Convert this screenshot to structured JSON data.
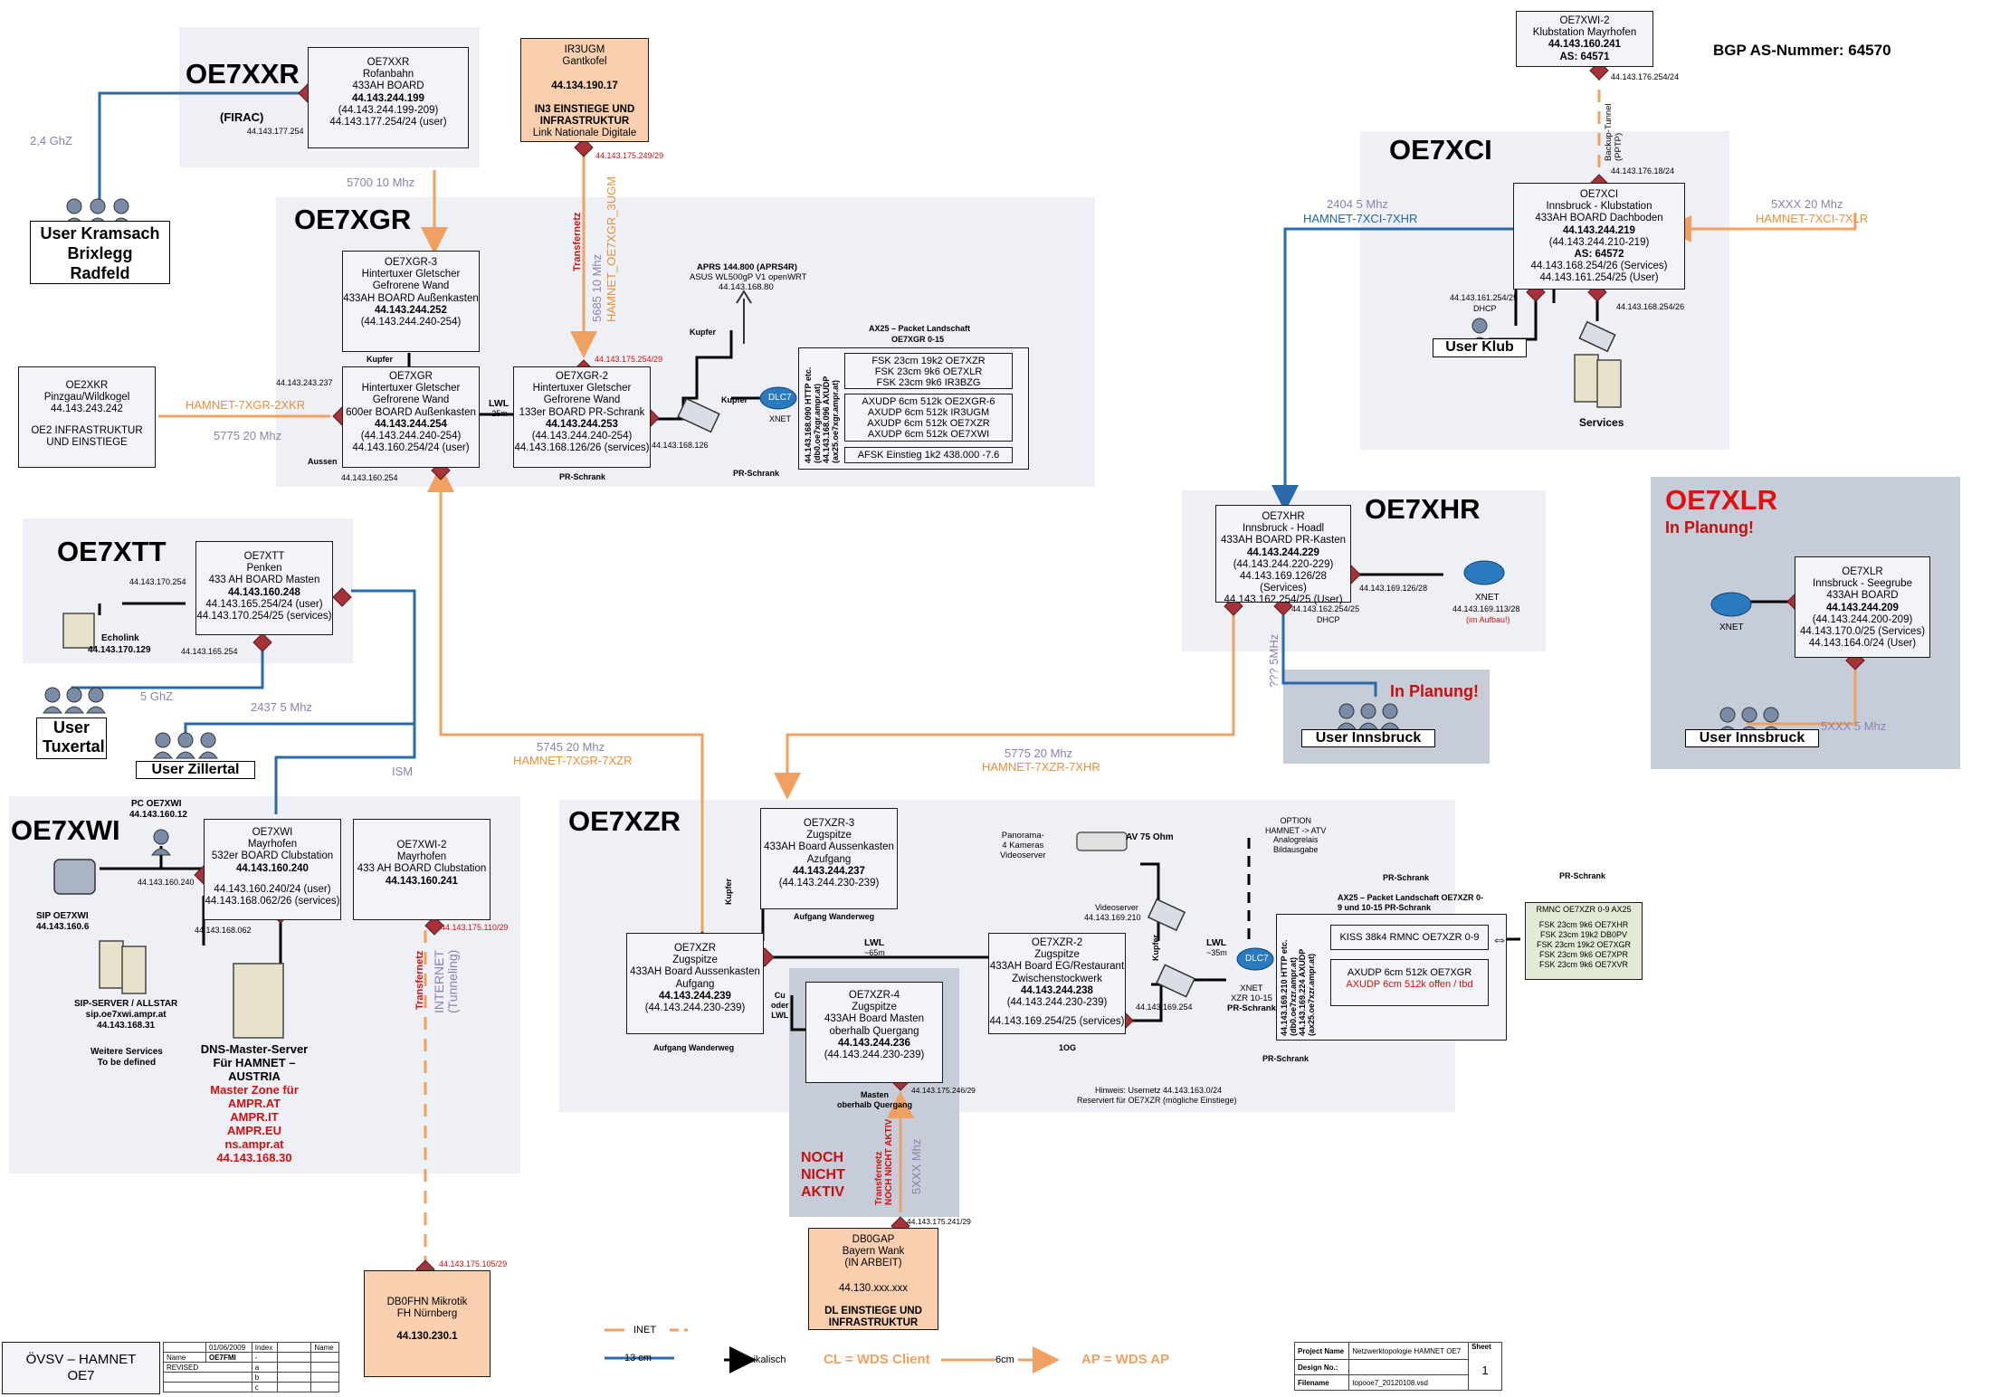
{
  "header": {
    "bgp": "BGP AS-Nummer: 64570"
  },
  "regions": {
    "oe7xxr": {
      "title": "OE7XXR",
      "firac": "(FIRAC)"
    },
    "oe7xgr": {
      "title": "OE7XGR"
    },
    "oe7xtt": {
      "title": "OE7XTT"
    },
    "oe7xwi": {
      "title": "OE7XWI"
    },
    "oe7xzr": {
      "title": "OE7XZR"
    },
    "oe7xci": {
      "title": "OE7XCI"
    },
    "oe7xhr": {
      "title": "OE7XHR"
    },
    "oe7xlr": {
      "title": "OE7XLR",
      "status": "In Planung!"
    }
  },
  "nodes": {
    "oe7xxr": {
      "l1": "OE7XXR",
      "l2": "Rofanbahn",
      "l3": "433AH BOARD",
      "ip": "44.143.244.199",
      "l5": "(44.143.244.199-209)",
      "l6": "44.143.177.254/24 (user)"
    },
    "ir3ugm": {
      "l1": "IR3UGM",
      "l2": "Gantkofel",
      "ip": "44.134.190.17",
      "l4": "IN3 EINSTIEGE UND",
      "l5": "INFRASTRUKTUR",
      "l6": "Link Nationale Digitale"
    },
    "oe7xgr3": {
      "l1": "OE7XGR-3",
      "l2": "Hintertuxer Gletscher",
      "l3": "Gefrorene Wand",
      "l4": "433AH BOARD Außenkasten",
      "ip": "44.143.244.252",
      "l6": "(44.143.244.240-254)"
    },
    "oe7xgr": {
      "l1": "OE7XGR",
      "l2": "Hintertuxer Gletscher",
      "l3": "Gefrorene Wand",
      "l4": "600er BOARD Außenkasten",
      "ip": "44.143.244.254",
      "l6": "(44.143.244.240-254)",
      "l7": "44.143.160.254/24 (user)"
    },
    "oe7xgr2": {
      "l1": "OE7XGR-2",
      "l2": "Hintertuxer Gletscher",
      "l3": "Gefrorene Wand",
      "l4": "133er BOARD PR-Schrank",
      "ip": "44.143.244.253",
      "l6": "(44.143.244.240-254)",
      "l7": "44.143.168.126/26 (services)"
    },
    "oe2xkr": {
      "l1": "OE2XKR",
      "l2": "Pinzgau/Wildkogel",
      "l3": "44.143.243.242",
      "l4": "OE2 INFRASTRUKTUR",
      "l5": "UND EINSTIEGE"
    },
    "oe7xtt": {
      "l1": "OE7XTT",
      "l2": "Penken",
      "l3": "433 AH BOARD Masten",
      "ip": "44.143.160.248",
      "l5": "44.143.165.254/24 (user)",
      "l6": "44.143.170.254/25 (services)"
    },
    "oe7xwi": {
      "l1": "OE7XWI",
      "l2": "Mayrhofen",
      "l3": "532er BOARD Clubstation",
      "ip": "44.143.160.240",
      "l5": "44.143.160.240/24 (user)",
      "l6": "44.143.168.062/26 (services)"
    },
    "oe7xwi2": {
      "l1": "OE7XWI-2",
      "l2": "Mayrhofen",
      "l3": "433 AH BOARD Clubstation",
      "ip": "44.143.160.241"
    },
    "oe7xwi2top": {
      "l1": "OE7XWI-2",
      "l2": "Klubstation Mayrhofen",
      "ip": "44.143.160.241",
      "as": "AS: 64571"
    },
    "oe7xci": {
      "l1": "OE7XCI",
      "l2": "Innsbruck - Klubstation",
      "l3": "433AH BOARD Dachboden",
      "ip": "44.143.244.219",
      "l5": "(44.143.244.210-219)",
      "as": "AS: 64572",
      "l7": "44.143.168.254/26 (Services)",
      "l8": "44.143.161.254/25 (User)"
    },
    "oe7xhr": {
      "l1": "OE7XHR",
      "l2": "Innsbruck - Hoadl",
      "l3": "433AH BOARD PR-Kasten",
      "ip": "44.143.244.229",
      "l5": "(44.143.244.220-229)",
      "l6": "44.143.169.126/28 (Services)",
      "l7": "44.143.162.254/25 (User)"
    },
    "oe7xlr": {
      "l1": "OE7XLR",
      "l2": "Innsbruck - Seegrube",
      "l3": "433AH BOARD",
      "ip": "44.143.244.209",
      "l5": "(44.143.244.200-209)",
      "l6": "44.143.170.0/25 (Services)",
      "l7": "44.143.164.0/24 (User)"
    },
    "oe7xzr3": {
      "l1": "OE7XZR-3",
      "l2": "Zugspitze",
      "l3": "433AH Board Aussenkasten",
      "l4": "Azufgang",
      "ip": "44.143.244.237",
      "l6": "(44.143.244.230-239)"
    },
    "oe7xzr": {
      "l1": "OE7XZR",
      "l2": "Zugspitze",
      "l3": "433AH Board Aussenkasten",
      "l4": "Aufgang",
      "ip": "44.143.244.239",
      "l6": "(44.143.244.230-239)"
    },
    "oe7xzr4": {
      "l1": "OE7XZR-4",
      "l2": "Zugspitze",
      "l3": "433AH Board Masten",
      "l4": "oberhalb Quergang",
      "ip": "44.143.244.236",
      "l6": "(44.143.244.230-239)"
    },
    "oe7xzr2": {
      "l1": "OE7XZR-2",
      "l2": "Zugspitze",
      "l3": "433AH Board EG/Restaurant",
      "l4": "Zwischenstockwerk",
      "ip": "44.143.244.238",
      "l6": "(44.143.244.230-239)",
      "l7": "44.143.169.254/25 (services)"
    },
    "db0gap": {
      "l1": "DB0GAP",
      "l2": "Bayern Wank",
      "l3": "(IN ARBEIT)",
      "l4": "44.130.xxx.xxx",
      "l5": "DL EINSTIEGE UND",
      "l6": "INFRASTRUKTUR"
    },
    "db0fhn": {
      "l1": "DB0FHN Mikrotik",
      "l2": "FH Nürnberg",
      "ip": "44.130.230.1"
    }
  },
  "packet_xgr": {
    "title": "AX25 – Packet Landschaft",
    "sub": "OE7XGR 0-15",
    "side1": "44.143.168.090 HTTP etc.",
    "side2": "(db0.oe7xgr.ampr.at)",
    "side3": "44.143.168.096 AXUDP",
    "side4": "(ax25.oe7xgr.ampr.at)",
    "g1": [
      "FSK 23cm 19k2 OE7XZR",
      "FSK 23cm 9k6 OE7XLR",
      "FSK 23cm 9k6 IR3BZG"
    ],
    "g2": [
      "AXUDP 6cm 512k OE2XGR-6",
      "AXUDP 6cm 512k IR3UGM",
      "AXUDP 6cm 512k OE7XZR",
      "AXUDP 6cm 512k OE7XWI"
    ],
    "g3": "AFSK Einstieg 1k2 438.000 -7.6"
  },
  "packet_xzr": {
    "title": "AX25 – Packet Landschaft OE7XZR 0-",
    "title2": "9 und 10-15 PR-Schrank",
    "side1": "44.143.169.210 HTTP etc.",
    "side2": "(db0.oe7xzr.ampr.at)",
    "side3": "44.143.169.224 AXUDP",
    "side4": "(ax25.oe7xzr.ampr.at)",
    "kiss": "KISS 38k4 RMNC OE7XZR 0-9",
    "axudp": "AXUDP 6cm 512k OE7XGR",
    "axudp2": "AXUDP 6cm 512k offen / tbd"
  },
  "rmnc": {
    "title": "RMNC OE7XZR 0-9 AX25",
    "items": [
      "FSK 23cm 9k6 OE7XHR",
      "FSK 23cm 19k2 DB0PV",
      "FSK 23cm 19k2 OE7XGR",
      "FSK 23cm 9k6 OE7XPR",
      "FSK 23cm 9k6 OE7XVR"
    ]
  },
  "users": {
    "kramsach": [
      "User Kramsach",
      "Brixlegg",
      "Radfeld"
    ],
    "tuxertal": [
      "User",
      "Tuxertal"
    ],
    "zillertal": "User Zillertal",
    "klub": "User Klub",
    "innsbruck_hr": "User Innsbruck",
    "innsbruck_lr": "User Innsbruck",
    "planung": "In Planung!"
  },
  "links": {
    "ghz24": "2,4 GhZ",
    "l5700": "5700 10 Mhz",
    "l5685": "5685 10 Mhz",
    "hamnet_3ugm": "HAMNET_OE7XGR_3UGM",
    "transfernetz": "Transfernetz",
    "hamnet_2xkr": "HAMNET-7XGR-2XKR",
    "l5775a": "5775 20 Mhz",
    "ghz5": "5 GhZ",
    "l2437": "2437 5 Mhz",
    "ism": "ISM",
    "l5745": "5745    20 Mhz",
    "hamnet_7xzr": "HAMNET-7XGR-7XZR",
    "l5775b": "5775    20 Mhz",
    "hamnet_xzr_xhr": "HAMNET-7XZR-7XHR",
    "l2404": "2404    5 Mhz",
    "hamnet_xci_xhr": "HAMNET-7XCI-7XHR",
    "l5xxx": "5XXX    20 Mhz",
    "hamnet_xci_xlr": "HAMNET-7XCI-7XLR",
    "backup": "Backup-Tunnel",
    "pptp": "(PPTP)",
    "mhz5": "??? 5MHz",
    "l5xxx5": "5XXX 5 Mhz",
    "internet": "INTERNET",
    "tunneling": "(Tunneling)",
    "transfernetz2": "Transfernetz",
    "noch_nicht_aktiv_small": "NOCH NICHT AKTIV",
    "l5xxxm": "5XXX Mhz",
    "noch_nicht_aktiv": [
      "NOCH",
      "NICHT",
      "AKTIV"
    ],
    "lwl": "LWL",
    "lwl25": "~25m",
    "lwl65": "~65m",
    "lwl35": "~35m",
    "kupfer": "Kupfer",
    "cu_lwl": [
      "Cu",
      "oder",
      "LWL"
    ]
  },
  "annotations": {
    "aprs1": "APRS 144.800 (APRS4R)",
    "aprs2": "ASUS WL500gP V1 openWRT",
    "aprs3": "44.143.168.80",
    "xnet": "XNET",
    "dlc7": "DLC7",
    "prschrank": "PR-Schrank",
    "aussen": "Aussen",
    "ip_177_254": "44.143.177.254",
    "ip_243_237": "44.143.243.237",
    "ip_160_254": "44.143.160.254",
    "ip_168_126": "44.143.168.126",
    "ip_175_254": "44.143.175.254/29",
    "ip_175_249": "44.143.175.249/29",
    "ip_170_254": "44.143.170.254",
    "ip_165_254": "44.143.165.254",
    "echolink": "Echolink",
    "echolink_ip": "44.143.170.129",
    "pc_oe7xwi": "PC OE7XWI",
    "pc_ip": "44.143.160.12",
    "ip_160_240": "44.143.160.240",
    "ip_168_062": "44.143.168.062",
    "ip_175_110": "44.143.175.110/29",
    "sip": "SIP OE7XWI",
    "sip_ip": "44.143.160.6",
    "sipserver": "SIP-SERVER / ALLSTAR",
    "sipserver2": "sip.oe7xwi.ampr.at",
    "sipserver_ip": "44.143.168.31",
    "weitere": "Weitere Services",
    "tbd": "To be defined",
    "dns": [
      "DNS-Master-Server",
      "Für HAMNET –",
      "AUSTRIA"
    ],
    "dns_red": [
      "Master Zone für",
      "AMPR.AT",
      "AMPR.IT",
      "AMPR.EU",
      "ns.ampr.at",
      "44.143.168.30"
    ],
    "ip_175_105": "44.143.175.105/29",
    "ip_176_254": "44.143.176.254/24",
    "ip_176_18": "44.143.176.18/24",
    "ip_161_254": "44.143.161.254/25",
    "dhcp": "DHCP",
    "ip_168_254": "44.143.168.254/26",
    "services": "Services",
    "ip_169_126": "44.143.169.126/28",
    "ip_162_254": "44.143.162.254/25",
    "xnet_hr_ip": "44.143.169.113/28",
    "xnet_hr_note": "(im Aufbau!)",
    "panorama": [
      "Panorama-",
      "4 Kameras",
      "Videoserver"
    ],
    "av75": "AV 75 Ohm",
    "videoserver": "Videoserver",
    "videoserver_ip": "44.143.169.210",
    "option": [
      "OPTION",
      "HAMNET -> ATV",
      "Analogrelais",
      "Bildausgabe"
    ],
    "xzr_xnet": [
      "XNET",
      "XZR 10-15",
      "PR-Schrank"
    ],
    "ip_169_254": "44.143.169.254",
    "aufgang": "Aufgang Wanderweg",
    "og1": "1OG",
    "masten": [
      "Masten",
      "oberhalb Quergang"
    ],
    "ip_175_246": "44.143.175.246/29",
    "ip_175_241": "44.143.175.241/29",
    "hinweis1": "Hinweis: Usernetz 44.143.163.0/24",
    "hinweis2": "Reserviert für OE7XZR (mögliche Einstiege)"
  },
  "legend": {
    "inet": "INET",
    "cm13": "13 cm",
    "phys": "Physikalisch",
    "wds_client": "CL = WDS Client",
    "cm6": "6cm",
    "wds_ap": "AP = WDS AP"
  },
  "titleblock": {
    "org": [
      "ÖVSV – HAMNET",
      "OE7"
    ],
    "date": "01/06/2009",
    "index": "Index",
    "name": "Name",
    "name_val": "OE7FMI",
    "revised": "REVISED",
    "name_lbl": "Name",
    "rows": [
      "-",
      "a",
      "b",
      "c"
    ],
    "project_name": "Project Name",
    "project_val": "Netzwerktopologie HAMNET OE7",
    "design": "Design No.:",
    "filename": "Filename",
    "filename_val": "topooe7_20120108.vsd",
    "sheet": "Sheet",
    "sheet_val": "1"
  }
}
